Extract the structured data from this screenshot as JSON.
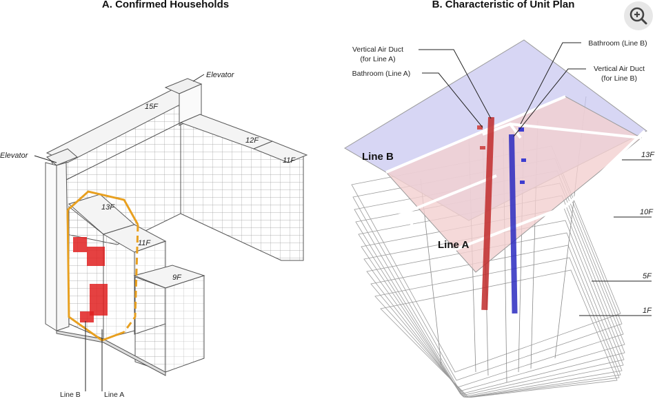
{
  "panel_a": {
    "title": "A. Confirmed Households",
    "elevator_top": "Elevator",
    "elevator_left": "Elevator",
    "floor_15": "15F",
    "floor_12": "12F",
    "floor_11_right": "11F",
    "floor_13": "13F",
    "floor_11_mid": "11F",
    "floor_9": "9F",
    "line_b": "Line B",
    "line_a": "Line A",
    "highlight_color": "#e8a020",
    "confirmed_color": "#e02020"
  },
  "panel_b": {
    "title": "B. Characteristic of Unit Plan",
    "duct_a_1": "Vertical Air Duct",
    "duct_a_2": "(for Line A)",
    "bath_a": "Bathroom (Line A)",
    "bath_b": "Bathroom (Line B)",
    "duct_b_1": "Vertical Air Duct",
    "duct_b_2": "(for Line B)",
    "line_b": "Line B",
    "line_a": "Line A",
    "floor_13": "13F",
    "floor_10": "10F",
    "floor_5": "5F",
    "floor_1": "1F",
    "duct_a_color": "#c02a2a",
    "duct_b_color": "#2a2ac0"
  },
  "zoom_icon": "zoom-in-icon"
}
